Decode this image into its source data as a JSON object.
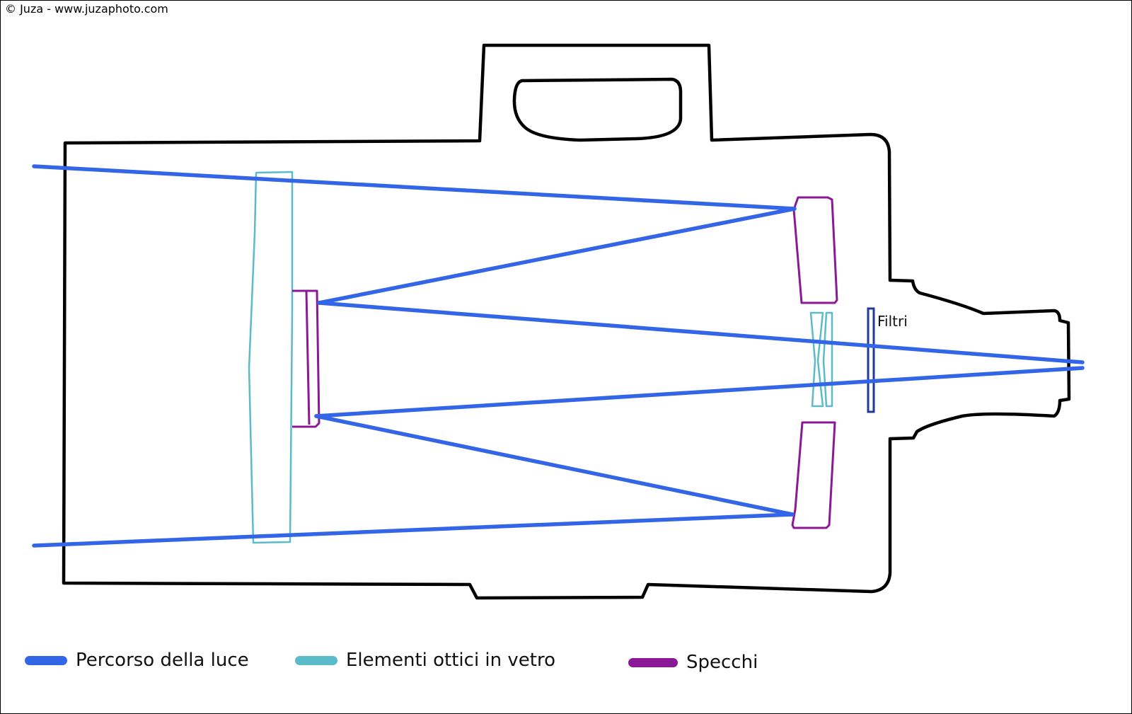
{
  "copyright": "© Juza - www.juzaphoto.com",
  "colors": {
    "light_path": "#3366e6",
    "glass_elements": "#5bbcc9",
    "mirrors": "#8b1896",
    "filters": "#1f3a9c",
    "body_outline": "#000000"
  },
  "labels": {
    "filters": "Filtri"
  },
  "legend": {
    "light_path": "Percorso della luce",
    "glass_elements": "Elementi ottici in vetro",
    "mirrors": "Specchi"
  }
}
